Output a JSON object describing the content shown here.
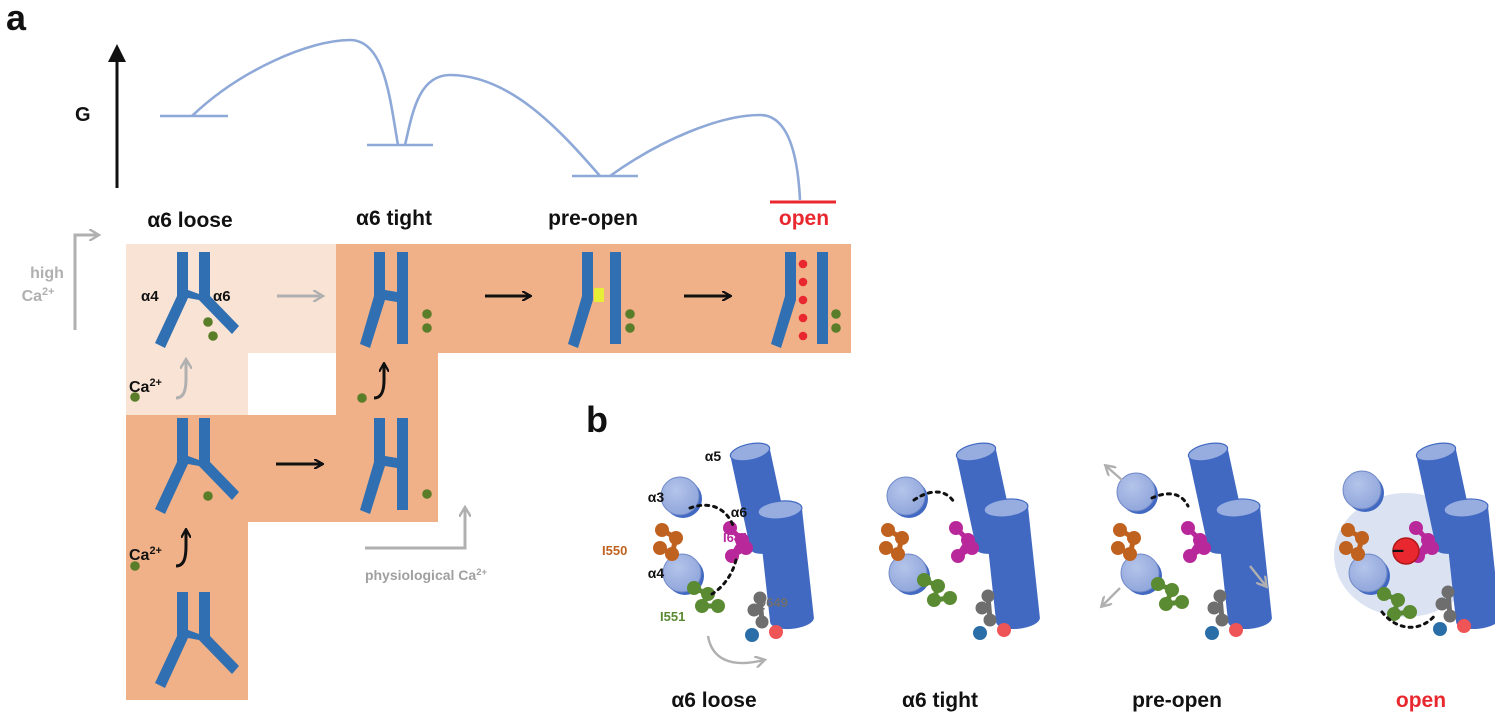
{
  "panel_a": {
    "label": "a",
    "energy_axis_label": "G",
    "states": [
      "α6 loose",
      "α6 tight",
      "pre-open",
      "open"
    ],
    "high_ca_label": [
      "high",
      "Ca2+"
    ],
    "physiological_ca_label": "physiological Ca2+",
    "ca_label": "Ca2+",
    "helix_labels": {
      "alpha4": "α4",
      "alpha6": "α6"
    }
  },
  "panel_b": {
    "label": "b",
    "states": [
      "α6 loose",
      "α6 tight",
      "pre-open",
      "open"
    ],
    "helix_labels": {
      "a3": "α3",
      "a4": "α4",
      "a5": "α5",
      "a6": "α6"
    },
    "residue_labels": {
      "i550": "I550",
      "i551": "I551",
      "i641": "I641",
      "q649": "Q649"
    },
    "charge_symbol": "–"
  },
  "colors": {
    "helix_blue": "#2f6fb2",
    "cylinder_blue": "#4169c2",
    "cylinder_light": "#97ade0",
    "energy_line": "#8ea9d8",
    "open_red": "#e8282e",
    "ca_green": "#5a7d2a",
    "orange_bg": "#f0b188",
    "light_bg": "#f9e3d4",
    "arrow_gray": "#b0b0b0",
    "residue_orange": "#c0621f",
    "residue_magenta": "#b8289a",
    "residue_green": "#5a8a32",
    "residue_gray": "#6e6e6e"
  }
}
